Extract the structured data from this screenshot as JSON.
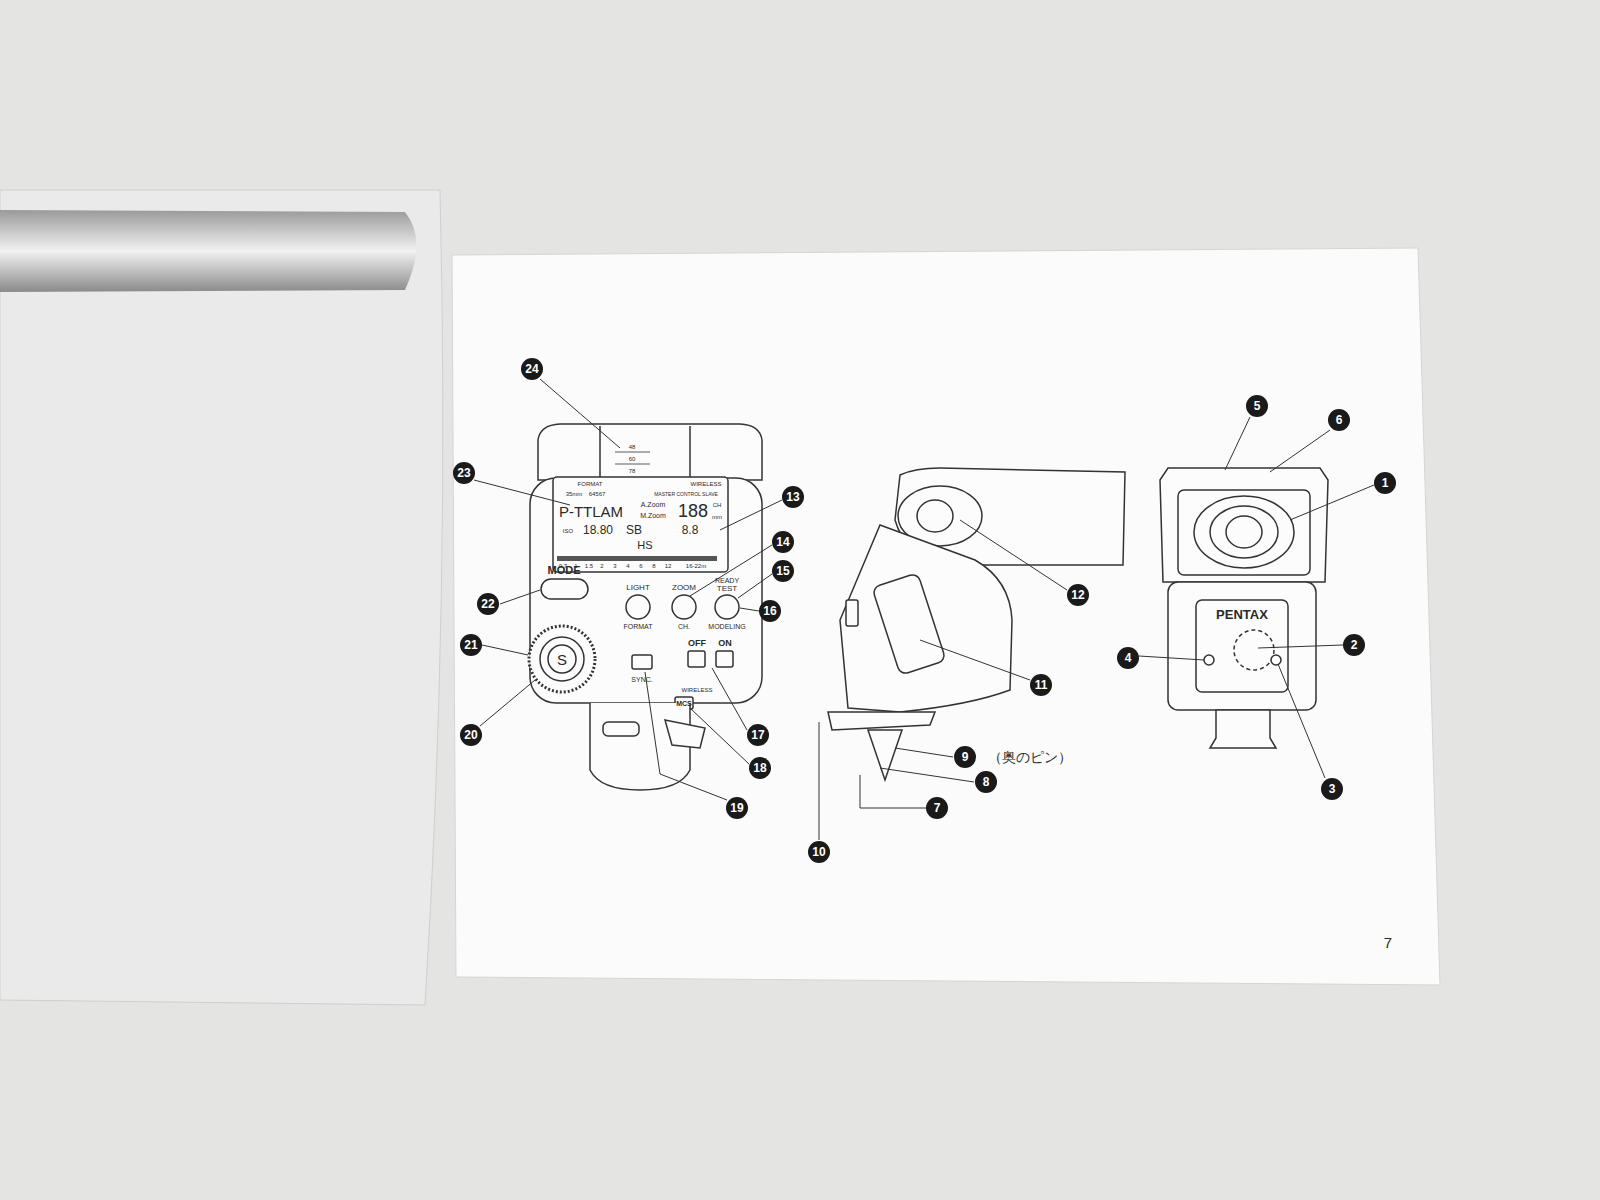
{
  "diagram": {
    "labels": [
      "24",
      "23",
      "13",
      "14",
      "15",
      "16",
      "22",
      "21",
      "20",
      "17",
      "18",
      "19",
      "12",
      "11",
      "9",
      "（奥のピン）",
      "8",
      "7",
      "10",
      "5",
      "6",
      "1",
      "2",
      "4",
      "3",
      "PENTAX",
      "MODE",
      "LIGHT",
      "ZOOM",
      "READY",
      "TEST",
      "FORMAT",
      "CH.",
      "MODELING",
      "S",
      "SYNC.",
      "OFF",
      "ON",
      "WIRELESS",
      "MCS",
      "FORMAT",
      "WIRELESS",
      "35mm",
      "64567",
      "MASTER CONTROL SLAVE",
      "P-TTLAM",
      "A.Zoom",
      "M.Zoom",
      "188",
      "CH",
      "mm",
      "ISO",
      "18.80",
      "SB",
      "8.8",
      "HS",
      "0.7",
      "1",
      "1.5",
      "2",
      "3",
      "4",
      "6",
      "8",
      "12",
      "16-22m",
      "48",
      "60",
      "78",
      "7"
    ]
  }
}
